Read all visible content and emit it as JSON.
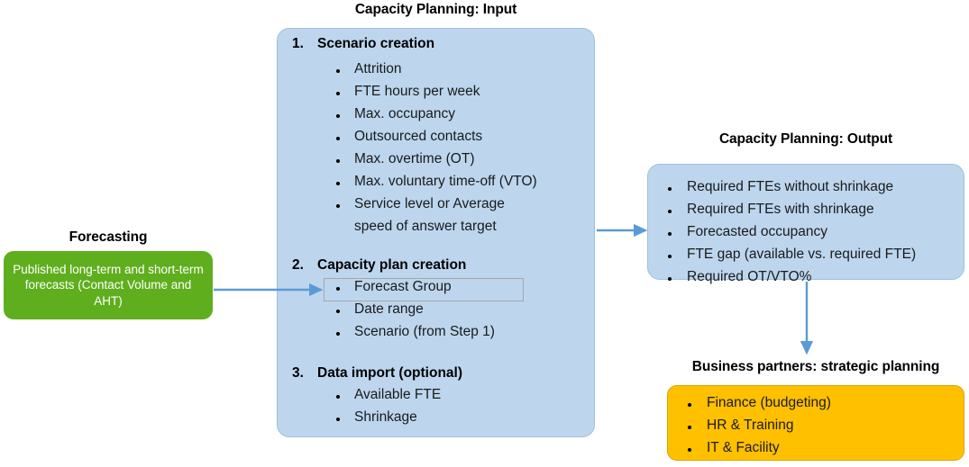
{
  "diagram": {
    "accent_blue_fill": "#bdd6ee",
    "accent_blue_line": "#5b9bd5",
    "green_fill": "#5fae1e",
    "yellow_fill": "#ffc000",
    "highlight_border": "#a6a6a6"
  },
  "input": {
    "heading": "Capacity Planning: Input",
    "sections": [
      {
        "index": "1.",
        "title": "Scenario creation",
        "bullets": [
          "Attrition",
          "FTE hours per week",
          "Max. occupancy",
          "Outsourced contacts",
          "Max. overtime (OT)",
          "Max. voluntary time-off (VTO)",
          "Service level or Average"
        ],
        "continuation": "speed of answer target"
      },
      {
        "index": "2.",
        "title": "Capacity plan creation",
        "bullets": [
          "Forecast Group",
          "Date range",
          "Scenario (from Step 1)"
        ]
      },
      {
        "index": "3.",
        "title": "Data import (optional)",
        "bullets": [
          "Available FTE",
          "Shrinkage"
        ]
      }
    ]
  },
  "forecasting": {
    "heading": "Forecasting",
    "body": "Published long-term and short-term forecasts (Contact Volume and AHT)"
  },
  "output": {
    "heading": "Capacity Planning: Output",
    "bullets": [
      "Required FTEs without shrinkage",
      "Required FTEs with shrinkage",
      "Forecasted occupancy",
      "FTE gap (available vs. required FTE)",
      "Required OT/VTO%"
    ]
  },
  "partners": {
    "heading": "Business partners: strategic planning",
    "bullets": [
      "Finance (budgeting)",
      "HR & Training",
      "IT & Facility"
    ]
  },
  "arrows": [
    {
      "name": "forecasting-to-input",
      "direction": "right"
    },
    {
      "name": "input-to-output",
      "direction": "right"
    },
    {
      "name": "output-to-partners",
      "direction": "down"
    }
  ]
}
